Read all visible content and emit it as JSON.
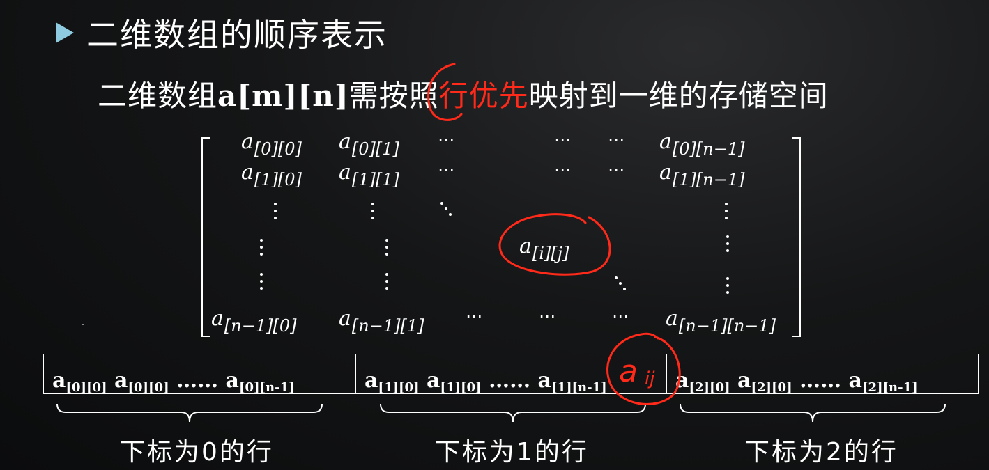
{
  "title": "二维数组的顺序表示",
  "subtitle": {
    "prefix": "二维数组",
    "array": "a[m][n]",
    "mid": "需按照",
    "highlight": "行优先",
    "suffix": "映射到一维的存储空间"
  },
  "matrix": {
    "symbol": "a",
    "r0c0": "[0][0]",
    "r0c1": "[0][1]",
    "r0cn": "[0][n−1]",
    "r1c0": "[1][0]",
    "r1c1": "[1][1]",
    "r1cn": "[1][n−1]",
    "mid": "[i][j]",
    "rnc0": "[n−1][0]",
    "rnc1": "[n−1][1]",
    "rncn": "[n−1][n−1]",
    "hdots": "⋯"
  },
  "memory": {
    "a": "a",
    "seg0": {
      "s1": "[0][0]",
      "s2": "[0][0]",
      "s3": "[0][n-1]"
    },
    "seg1": {
      "s1": "[1][0]",
      "s2": "[1][0]",
      "s3": "[1][n-1]"
    },
    "seg2": {
      "s1": "[2][0]",
      "s2": "[2][0]",
      "s3": "[2][n-1]"
    },
    "ellipsis": "……"
  },
  "row_labels": [
    "下标为0的行",
    "下标为1的行",
    "下标为2的行"
  ],
  "annotation": {
    "handwritten": "aij",
    "color": "#ff2a1a"
  }
}
